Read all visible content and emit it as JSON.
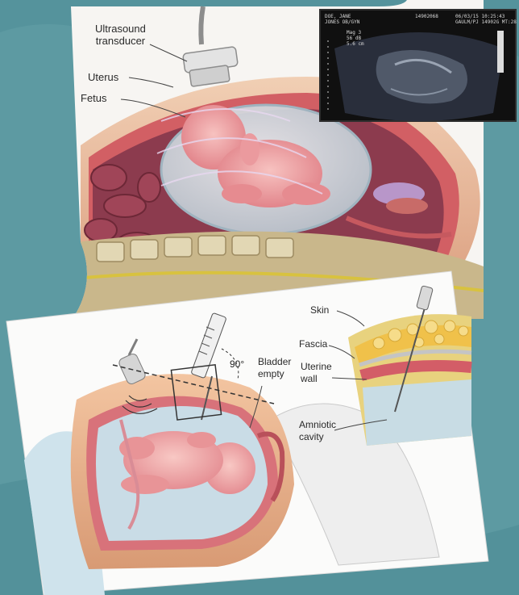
{
  "top_figure": {
    "labels": {
      "transducer": [
        "Ultrasound",
        "transducer"
      ],
      "uterus": "Uterus",
      "fetus": "Fetus"
    },
    "ultrasound_screen": {
      "header_left": [
        "DOE, JANE",
        "JONES OB/GYN"
      ],
      "header_mid": [
        "14902068",
        ""
      ],
      "header_right": [
        "06/03/15  10:25:43",
        "GAULM/PJ 14902G  MT:28"
      ],
      "settings": [
        "Mag 3",
        "56 dB",
        "5.6 cm"
      ]
    }
  },
  "bottom_figure": {
    "angle_label": "90°",
    "bladder": [
      "Bladder",
      "empty"
    ],
    "inset_labels": {
      "skin": "Skin",
      "fascia": "Fascia",
      "uterine_wall": [
        "Uterine",
        "wall"
      ],
      "amniotic_cavity": [
        "Amniotic",
        "cavity"
      ]
    }
  },
  "colors": {
    "background": "#5d9aa2",
    "skin_tone": "#e9b38e",
    "fetus": "#f1a3a6",
    "amniotic_fluid": "#c7dbe4",
    "uterine_wall": "#c8646c"
  }
}
